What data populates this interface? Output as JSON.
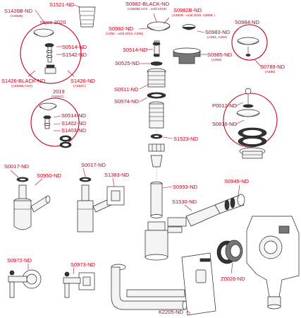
{
  "parts": {
    "s1521": "S1521-ND",
    "s1426b": "S1426B-ND",
    "s1426b_sub": "(A392B)",
    "since2020": "since 2020",
    "s0514a": "S0514-ND",
    "s1542": "S1542-ND",
    "s1426black": "S1426-BLACK-ND",
    "s1426black_sub": "(A392BLACK)",
    "s1426": "S1426-ND",
    "s1426_sub": "(A392C)",
    "s0982black": "S0982-BLACK-ND",
    "s0982black_sub": "(A392BLACK - until 2019)",
    "s0982b": "S0982B-ND",
    "s0982b_sub": "(A392B - until 2019, A395B )",
    "s0982": "S0982-ND",
    "s0982_sub": "(A392 - until 2019, A395)",
    "s0983": "S0983-ND",
    "s0983_sub": "(A391, A394)",
    "s0984": "S0984-ND",
    "s0514b": "S0514-ND",
    "s0985": "S0985-ND",
    "s0985_sub": "(A393)",
    "s0789": "S0789-ND",
    "s0789_sub": "(A396)",
    "s0525": "S0525-ND",
    "y2019": "2019",
    "y2019_sub": "(A392C)",
    "s0514c": "S0514-ND",
    "s1402": "S1402-ND",
    "s1403": "S1403-ND",
    "s0511": "S0511-ND",
    "s0574": "S0574-ND",
    "p0012": "P0012-ND",
    "s0816": "S0816-ND",
    "s1523": "S1523-ND",
    "s0017a": "S0017-ND",
    "s0017b": "S0017-ND",
    "s1383": "S1383-ND",
    "s0950": "S0950-ND",
    "s0993": "S0993-ND",
    "s0949": "S0949-ND",
    "s1530": "S1530-ND",
    "s0972": "S0972-ND",
    "s0973": "S0973-ND",
    "z0026": "Z0026-ND",
    "k2205": "K2205-ND"
  },
  "colors": {
    "label": "#c0001a",
    "outline": "#222222"
  }
}
